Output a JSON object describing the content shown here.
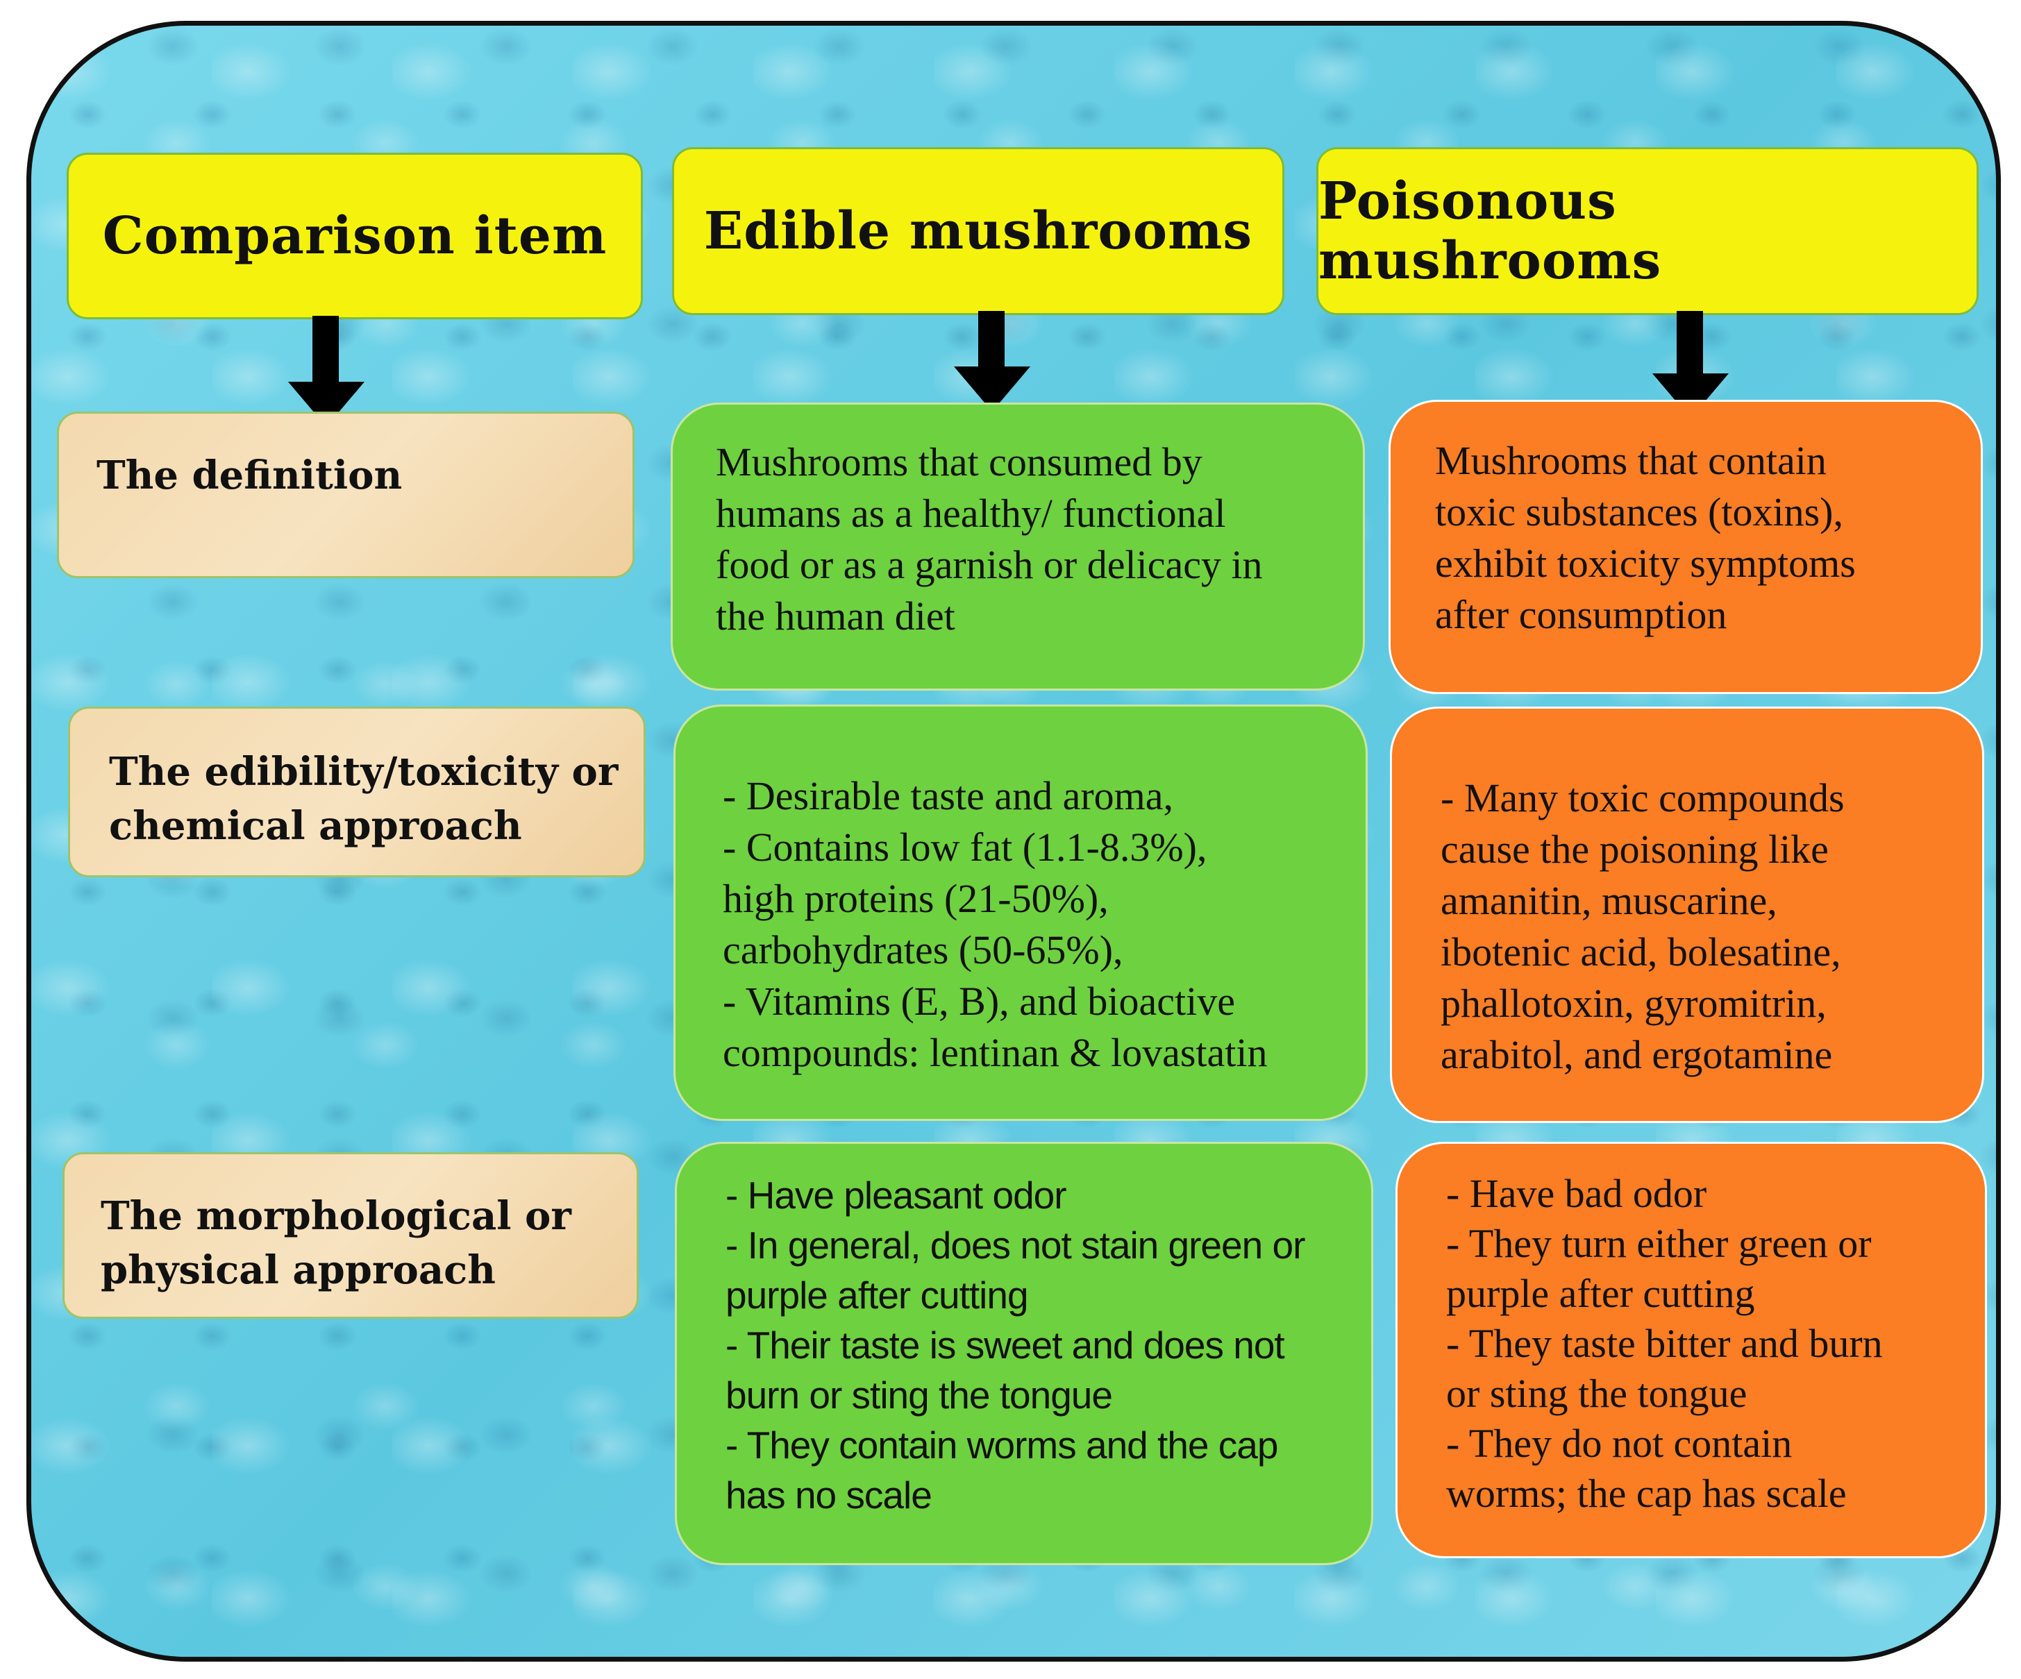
{
  "headers": {
    "comparison": "Comparison item",
    "edible": "Edible mushrooms",
    "poisonous": "Poisonous mushrooms"
  },
  "rows": [
    {
      "label": [
        "The definition"
      ],
      "edible": [
        "Mushrooms that consumed by",
        "humans as a healthy/ functional",
        "food or as a garnish or delicacy in",
        "the human diet"
      ],
      "poisonous": [
        "Mushrooms that contain",
        "toxic substances (toxins),",
        "exhibit toxicity symptoms",
        "after consumption"
      ]
    },
    {
      "label": [
        "The edibility/toxicity or",
        "chemical approach"
      ],
      "edible": [
        "- Desirable taste and aroma,",
        "- Contains low fat (1.1-8.3%),",
        "high proteins (21-50%),",
        "carbohydrates (50-65%),",
        "- Vitamins (E, B), and bioactive",
        "compounds: lentinan & lovastatin"
      ],
      "poisonous": [
        "- Many toxic compounds",
        "cause the poisoning like",
        "amanitin, muscarine,",
        "ibotenic acid, bolesatine,",
        "phallotoxin, gyromitrin,",
        "arabitol, and ergotamine"
      ]
    },
    {
      "label": [
        "The morphological or",
        "physical approach"
      ],
      "edible": [
        "- Have pleasant odor",
        "- In general, does not stain green or",
        "purple after cutting",
        "- Their taste is sweet and does not",
        "burn or sting the tongue",
        "- They contain worms and the cap",
        "has no scale"
      ],
      "poisonous": [
        "- Have bad odor",
        "- They turn either green or",
        "purple after cutting",
        "- They taste bitter and burn",
        "or sting the tongue",
        "- They do not contain",
        "worms; the cap has scale"
      ]
    }
  ],
  "colors": {
    "header": "#f5f30d",
    "edible": "#6ed13f",
    "poisonous": "#fb7d24",
    "label": "#f3d9ae",
    "background": "#6fd3e8"
  }
}
